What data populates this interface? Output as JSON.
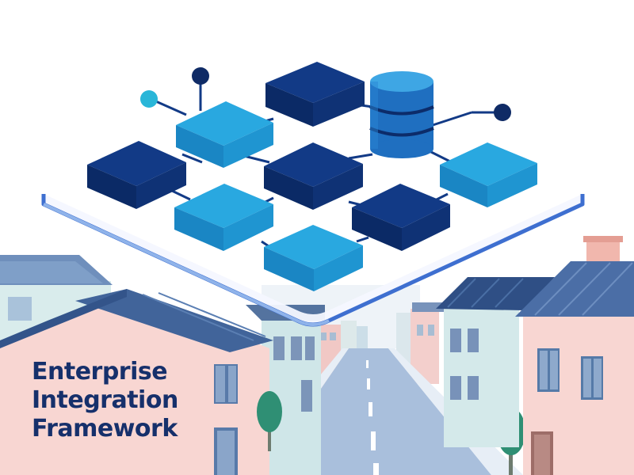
{
  "title": {
    "lines": [
      "Enterprise",
      "Integration",
      "Framework"
    ]
  },
  "icons": {
    "network": "network-grid-icon",
    "database": "database-icon",
    "street": "street-scene"
  },
  "colors": {
    "background": "#ffffff",
    "dark_block": "#123a86",
    "dark_block_side": "#0b2a66",
    "light_block": "#29a8e0",
    "light_block_side": "#1a86c4",
    "platform_stroke": "#3e6fd0",
    "platform_fill": "#f4f7ff",
    "connector": "#123a86",
    "title_text": "#16306b",
    "road": "#a9bfdc",
    "house_pink": "#f8d6d2",
    "house_blue": "#cfe7ea",
    "roof": "#41649a"
  }
}
